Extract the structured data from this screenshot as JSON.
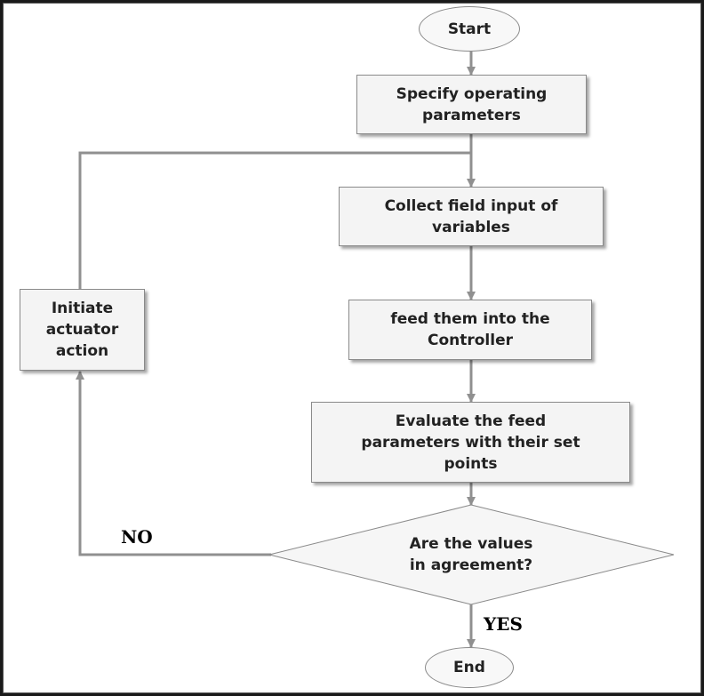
{
  "flowchart": {
    "start_label": "Start",
    "step_specify": "Specify operating\nparameters",
    "step_collect": "Collect field input of\nvariables",
    "step_feed": "feed them into the\nController",
    "step_evaluate": "Evaluate the feed\nparameters with their set\npoints",
    "decision_question": "Are the values\nin agreement?",
    "step_actuator": "Initiate\nactuator\naction",
    "branch_no": "NO",
    "branch_yes": "YES",
    "end_label": "End"
  },
  "colors": {
    "connector": "#909090",
    "box_fill": "#f4f4f4",
    "box_border": "#8a8a8a",
    "frame": "#1a1a1a"
  }
}
